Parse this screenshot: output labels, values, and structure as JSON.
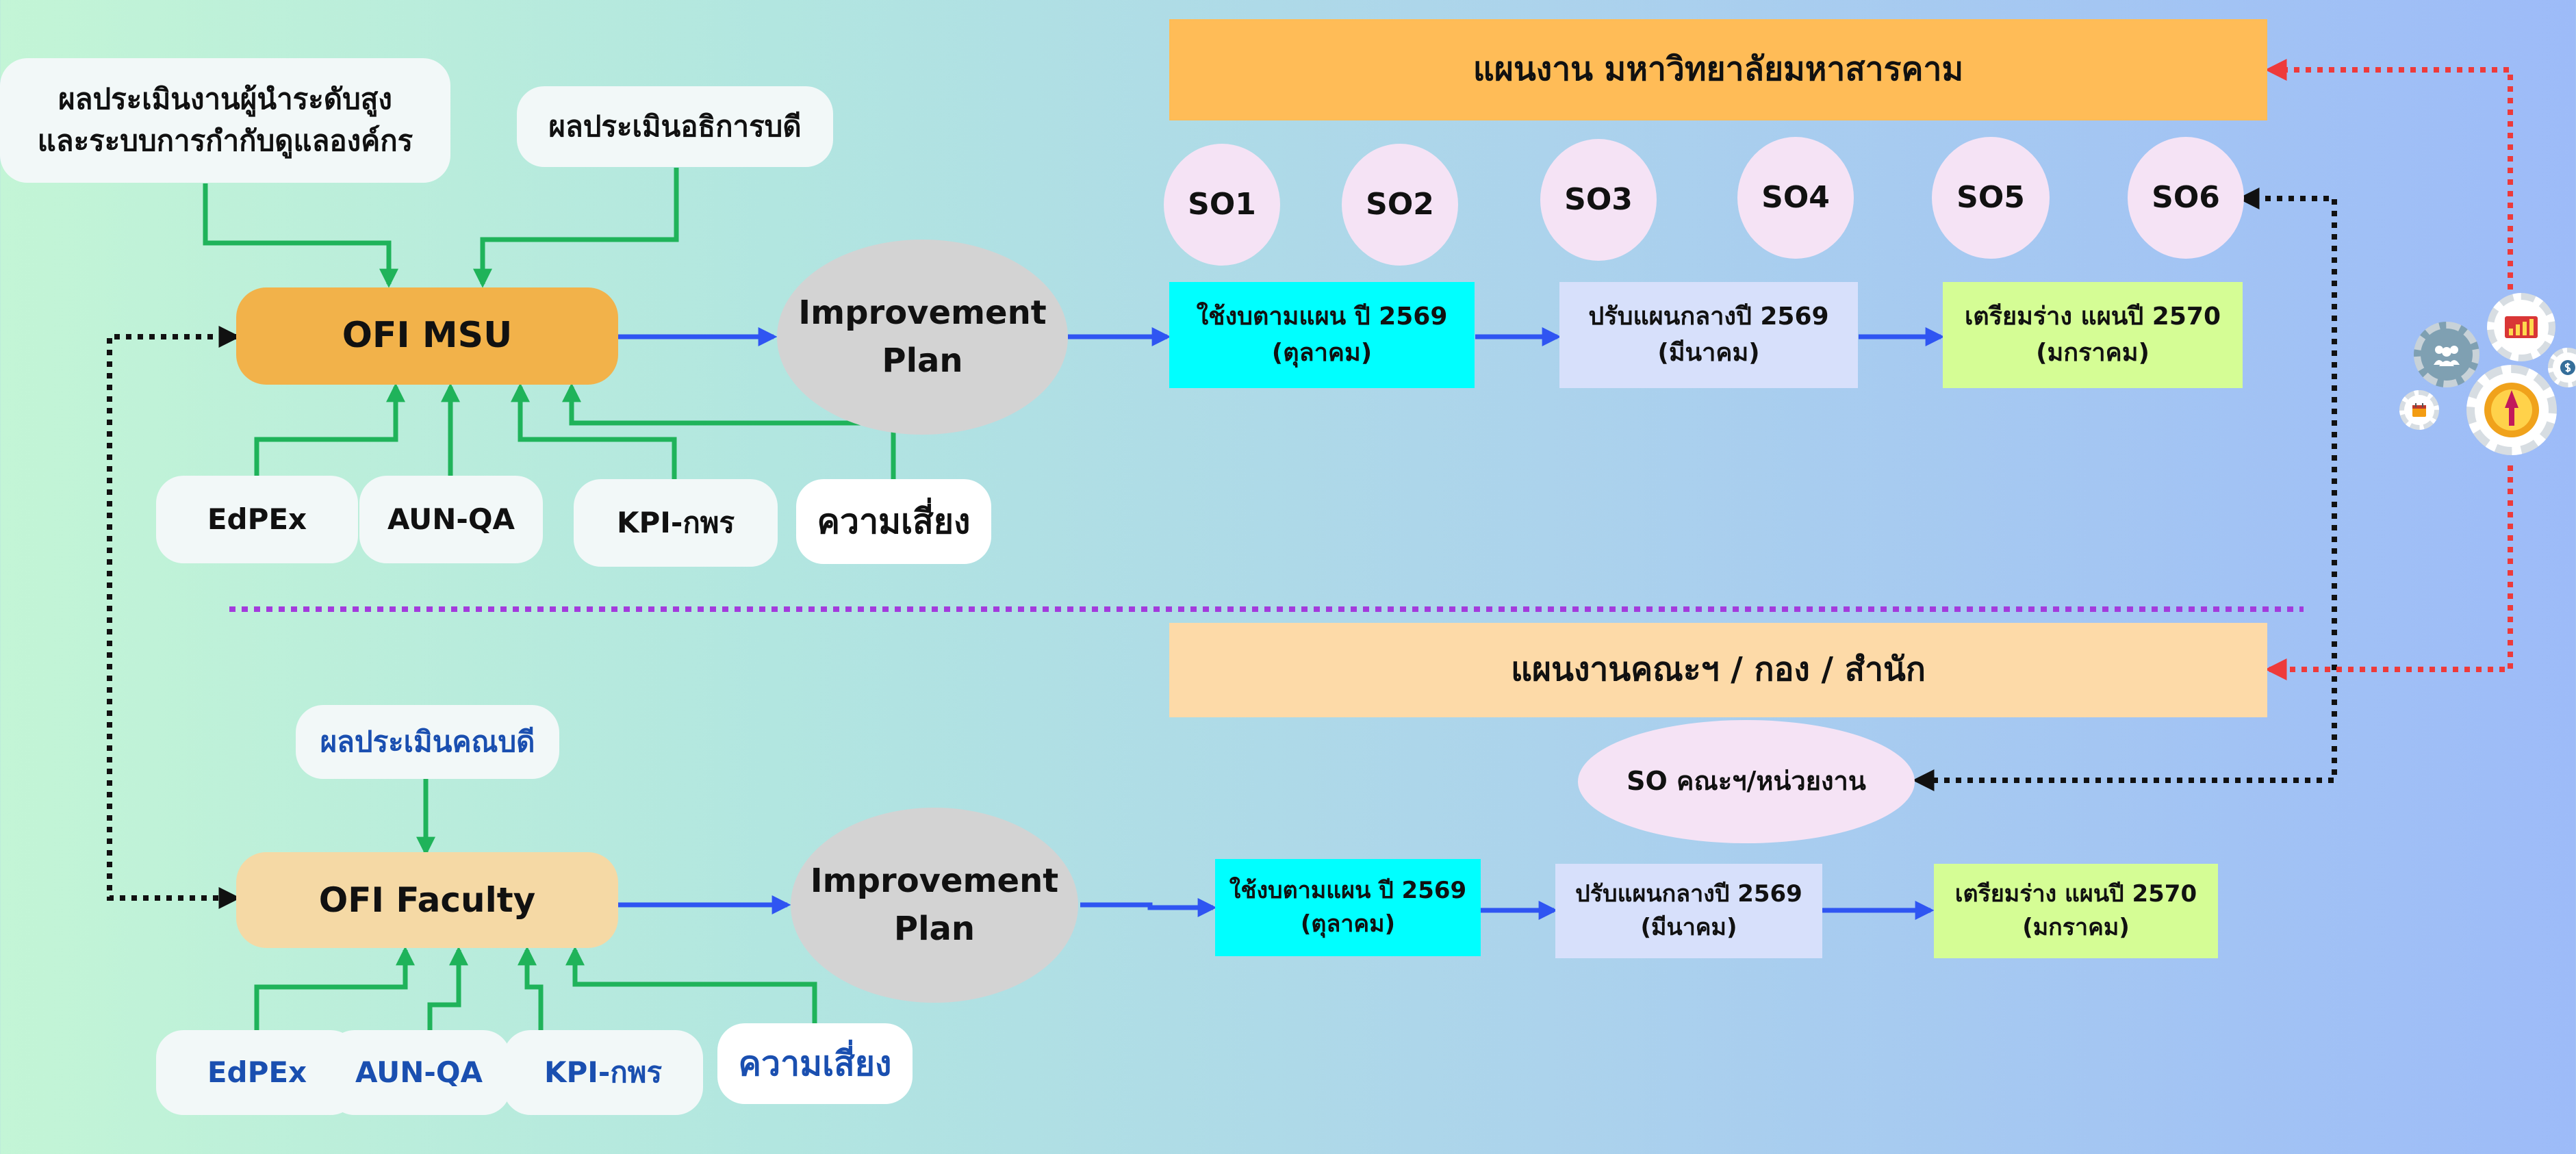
{
  "colors": {
    "ofi_msu": "#f2b24a",
    "ofi_faculty": "#f5d9a5",
    "banner_university": "#ffbc57",
    "banner_faculty": "#fddaa8",
    "step_cyan": "#00ffff",
    "step_lavender": "#d7e0fb",
    "step_green": "#d5fd95",
    "arrow_blue": "#2f55f2",
    "arrow_green": "#1fb35a",
    "dotted_red": "#ee3a3a",
    "divider_purple": "#a33bdc"
  },
  "university": {
    "banner": "แผนงาน มหาวิทยาลัยมหาสารคาม",
    "inputs_top": {
      "exec": "ผลประเมินงานผู้นำระดับสูง\nและระบบการกำกับดูแลองค์กร",
      "president": "ผลประเมินอธิการบดี"
    },
    "ofi": "OFI MSU",
    "improvement": "Improvement\nPlan",
    "inputs_bottom": {
      "edpex": "EdPEx",
      "aunqa": "AUN-QA",
      "kpi": "KPI-กพร",
      "risk": "ความเสี่ยง"
    },
    "so": [
      "SO1",
      "SO2",
      "SO3",
      "SO4",
      "SO5",
      "SO6"
    ],
    "steps": [
      "ใช้งบตามแผน ปี 2569\n(ตุลาคม)",
      "ปรับแผนกลางปี 2569\n(มีนาคม)",
      "เตรียมร่าง แผนปี 2570\n(มกราคม)"
    ]
  },
  "faculty": {
    "banner": "แผนงานคณะฯ / กอง / สำนัก",
    "so_box": "SO คณะฯ/หน่วยงาน",
    "input_top": "ผลประเมินคณบดี",
    "ofi": "OFI Faculty",
    "improvement": "Improvement\nPlan",
    "inputs_bottom": {
      "edpex": "EdPEx",
      "aunqa": "AUN-QA",
      "kpi": "KPI-กพร",
      "risk": "ความเสี่ยง"
    },
    "steps": [
      "ใช้งบตามแผน ปี 2569\n(ตุลาคม)",
      "ปรับแผนกลางปี 2569\n(มีนาคม)",
      "เตรียมร่าง แผนปี 2570\n(มกราคม)"
    ]
  },
  "icons": [
    "gears-cluster-icon",
    "people-icon",
    "chart-board-icon",
    "university-seal-icon",
    "calendar-icon",
    "dollar-icon"
  ]
}
